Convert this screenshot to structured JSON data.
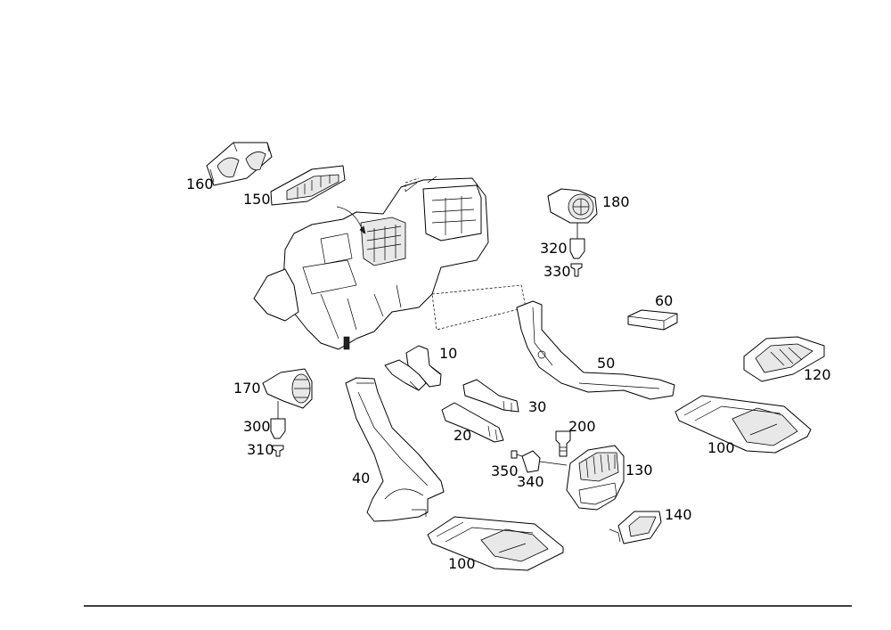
{
  "callouts": {
    "l160": "160",
    "l150": "150",
    "l180": "180",
    "l320": "320",
    "l330": "330",
    "l60": "60",
    "l10": "10",
    "l50": "50",
    "l120": "120",
    "l170": "170",
    "l30": "30",
    "l300": "300",
    "l20": "20",
    "l200": "200",
    "l310": "310",
    "l100a": "100",
    "l350": "350",
    "l130": "130",
    "l340": "340",
    "l40": "40",
    "l140": "140",
    "l100b": "100"
  }
}
